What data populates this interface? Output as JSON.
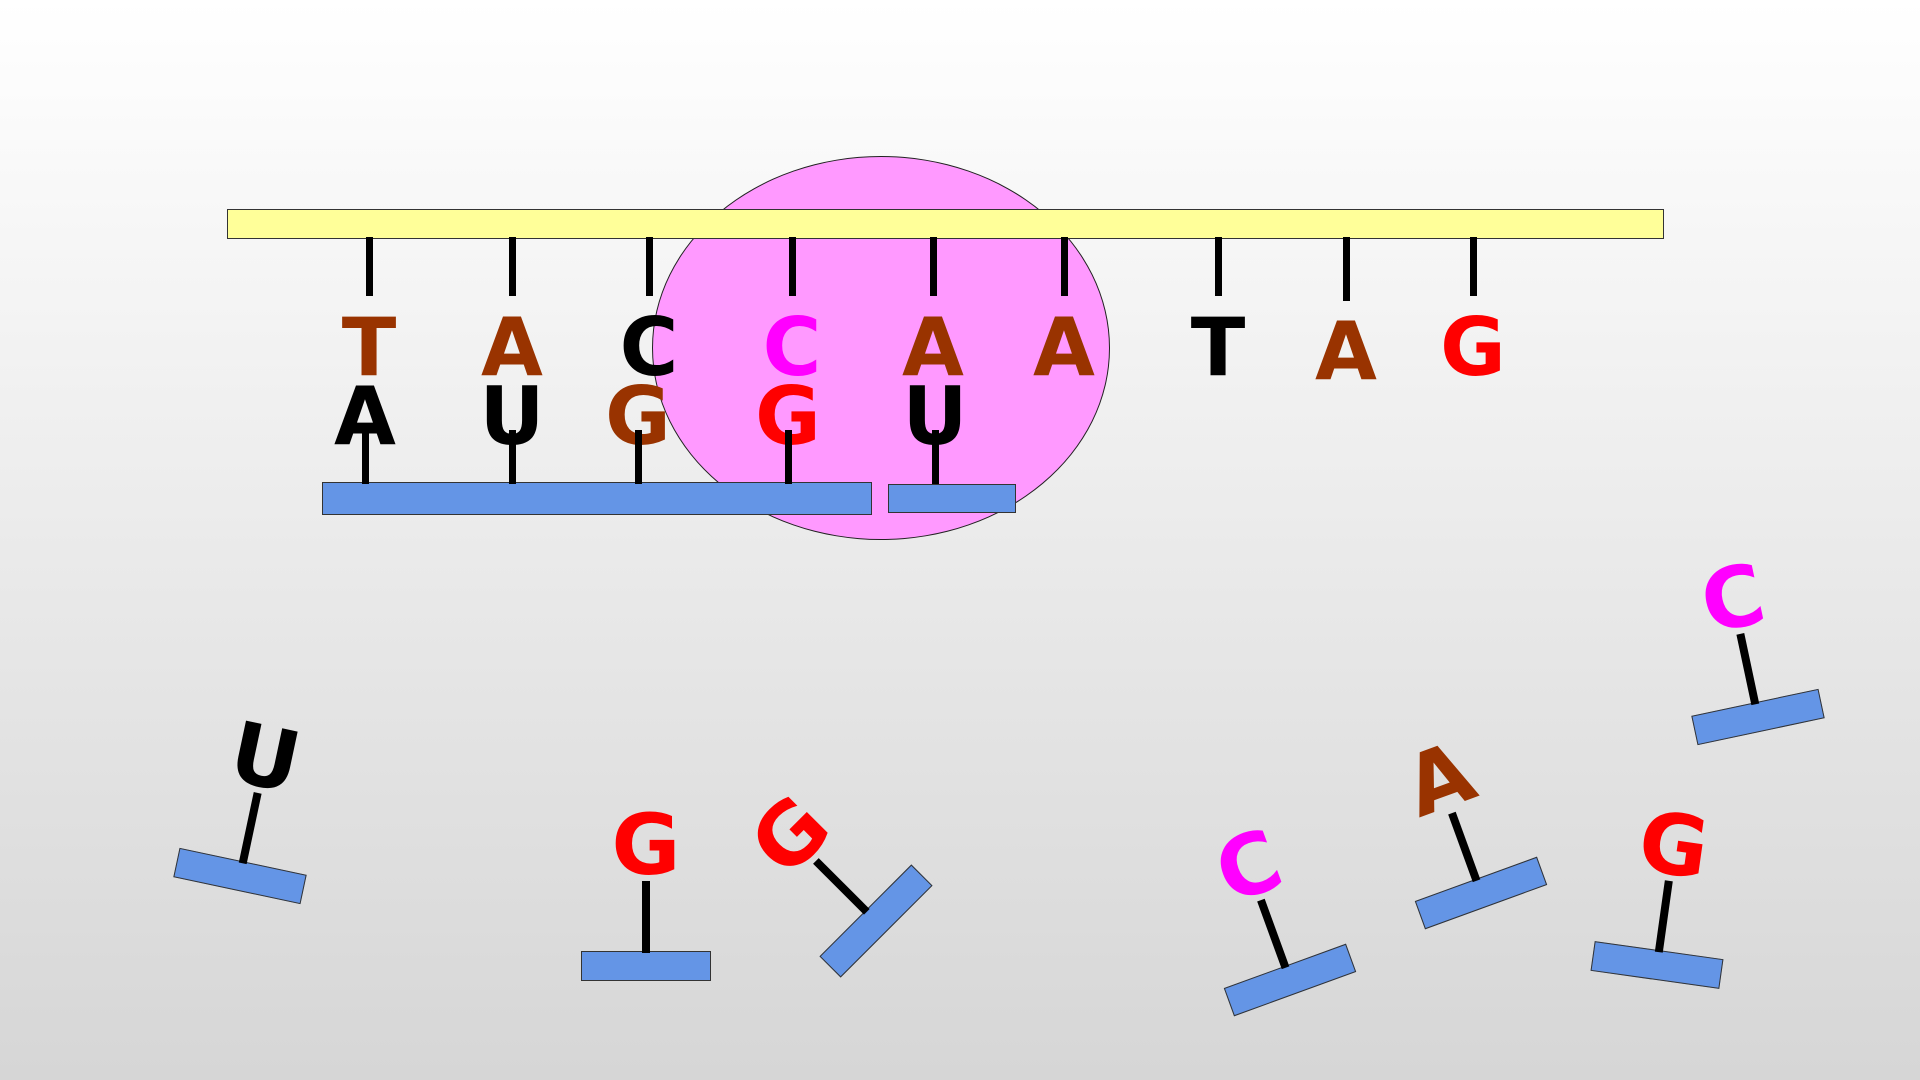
{
  "colors": {
    "brown": "#993300",
    "black": "#000000",
    "magenta": "#ff00ff",
    "red": "#ff0000",
    "mrna": "#ffff99",
    "ribosome": "#ff99ff",
    "trna": "#6495e6"
  },
  "template_bases": [
    {
      "letter": "T",
      "color": "#993300"
    },
    {
      "letter": "A",
      "color": "#993300"
    },
    {
      "letter": "C",
      "color": "#000000"
    },
    {
      "letter": "C",
      "color": "#ff00ff"
    },
    {
      "letter": "A",
      "color": "#993300"
    },
    {
      "letter": "A",
      "color": "#993300"
    },
    {
      "letter": "T",
      "color": "#000000"
    },
    {
      "letter": "A",
      "color": "#993300"
    },
    {
      "letter": "G",
      "color": "#ff0000"
    }
  ],
  "paired_bases": [
    {
      "letter": "A",
      "color": "#000000"
    },
    {
      "letter": "U",
      "color": "#000000"
    },
    {
      "letter": "G",
      "color": "#993300"
    },
    {
      "letter": "G",
      "color": "#ff0000"
    },
    {
      "letter": "U",
      "color": "#000000"
    }
  ],
  "free_trnas": [
    {
      "letter": "U",
      "color": "#000000"
    },
    {
      "letter": "G",
      "color": "#ff0000"
    },
    {
      "letter": "G",
      "color": "#ff0000"
    },
    {
      "letter": "C",
      "color": "#ff00ff"
    },
    {
      "letter": "A",
      "color": "#993300"
    },
    {
      "letter": "G",
      "color": "#ff0000"
    },
    {
      "letter": "C",
      "color": "#ff00ff"
    }
  ]
}
